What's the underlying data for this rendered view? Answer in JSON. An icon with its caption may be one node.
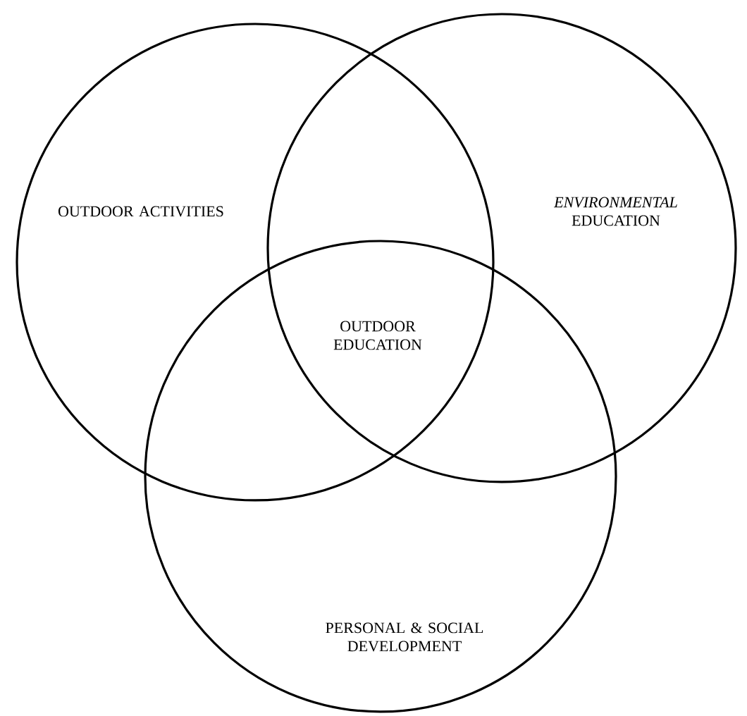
{
  "diagram": {
    "nodes": [
      {
        "text": [
          "OUTDOOR ACTIVITIES"
        ]
      },
      {
        "text": [
          "*ENVIRONMENTAL* EDUCATION"
        ]
      },
      {
        "text": [
          "PERSONAL & SOCIAL DEVELOPMENT"
        ]
      }
    ],
    "labels": [
      "OUTDOOR EDUCATION"
    ]
  }
}
